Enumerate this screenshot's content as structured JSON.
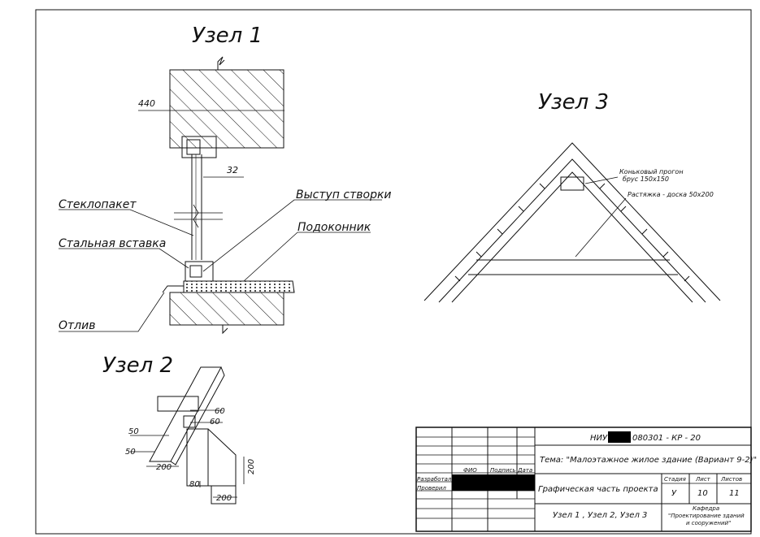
{
  "node1": {
    "title": "Узел 1",
    "dim_wall": "440",
    "dim_gap": "32",
    "labels": {
      "glass_unit": "Стеклопакет",
      "sash_ledge": "Выступ створки",
      "sill": "Подоконник",
      "steel_insert": "Стальная вставка",
      "drip": "Отлив"
    }
  },
  "node2": {
    "title": "Узел 2",
    "dims": {
      "d60a": "60",
      "d60b": "60",
      "d50a": "50",
      "d50b": "50",
      "d200a": "200",
      "d200b": "200",
      "d200c": "200",
      "d80": "80"
    }
  },
  "node3": {
    "title": "Узел 3",
    "ridge_note_1": "Коньковый прогон",
    "ridge_note_2": "брус 150х150",
    "tie_note": "Растяжка - доска 50х200"
  },
  "title_block": {
    "code_prefix": "НИУ",
    "code_suffix": "080301 - КР - 20",
    "topic": "Тема: \"Малоэтажное жилое здание (Вариант 9-2)\"",
    "col_fio": "ФИО",
    "col_signature": "Подпись",
    "col_date": "Дата",
    "row_developed": "Разработал",
    "row_checked": "Проверил",
    "section": "Графическая часть проекта",
    "stage_header": "Стадия",
    "sheet_header": "Лист",
    "sheets_header": "Листов",
    "stage": "У",
    "sheet": "10",
    "sheets": "11",
    "content": "Узел 1 , Узел 2, Узел 3",
    "dept_1": "Кафедра",
    "dept_2": "\"Проектирование зданий",
    "dept_3": "и сооружений\""
  }
}
